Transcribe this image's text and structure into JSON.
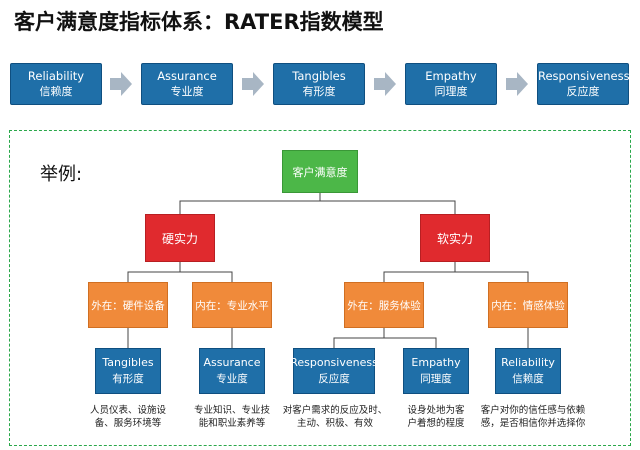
{
  "title": "客户满意度指标体系：RATER指数模型",
  "top_row": [
    {
      "en": "Reliability",
      "cn": "信赖度"
    },
    {
      "en": "Assurance",
      "cn": "专业度"
    },
    {
      "en": "Tangibles",
      "cn": "有形度"
    },
    {
      "en": "Empathy",
      "cn": "同理度"
    },
    {
      "en": "Responsiveness",
      "cn": "反应度"
    }
  ],
  "example_label": "举例:",
  "root": "客户满意度",
  "level1": [
    "硬实力",
    "软实力"
  ],
  "level2": [
    "外在：硬件设备",
    "内在：专业水平",
    "外在：服务体验",
    "内在：情感体验"
  ],
  "leaves": [
    {
      "en": "Tangibles",
      "cn": "有形度",
      "desc1": "人员仪表、设施设",
      "desc2": "备、服务环境等"
    },
    {
      "en": "Assurance",
      "cn": "专业度",
      "desc1": "专业知识、专业技",
      "desc2": "能和职业素养等"
    },
    {
      "en": "Responsiveness",
      "cn": "反应度",
      "desc1": "对客户需求的反应及时、",
      "desc2": "主动、积极、有效"
    },
    {
      "en": "Empathy",
      "cn": "同理度",
      "desc1": "设身处地为客",
      "desc2": "户着想的程度"
    },
    {
      "en": "Reliability",
      "cn": "信赖度",
      "desc1": "客户对你的信任感与依赖",
      "desc2": "感，是否相信你并选择你"
    }
  ],
  "colors": {
    "blue": "#1f6fa8",
    "green": "#4cb748",
    "red": "#e02a2e",
    "orange": "#f08a3a",
    "arrow": "#a8b6c4",
    "frame": "#2aa84a"
  }
}
